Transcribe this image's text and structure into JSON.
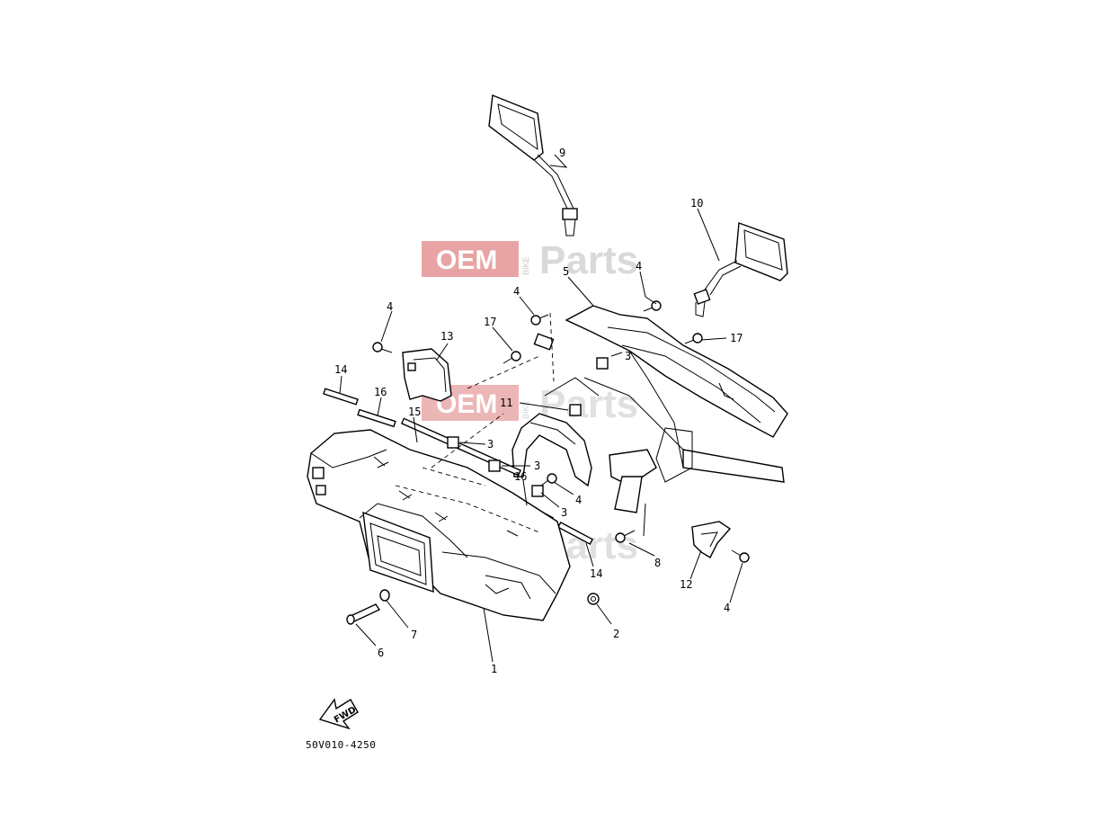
{
  "diagram": {
    "drawing_code": "50V010-4250",
    "fwd_label": "FWD",
    "watermark": {
      "oem": "OEM",
      "bike": "BIKE",
      "parts": "Parts"
    },
    "callouts": {
      "c1": "1",
      "c2": "2",
      "c3a": "3",
      "c3b": "3",
      "c3c": "3",
      "c3d": "3",
      "c4a": "4",
      "c4b": "4",
      "c4c": "4",
      "c4d": "4",
      "c4e": "4",
      "c5": "5",
      "c6": "6",
      "c7": "7",
      "c8": "8",
      "c9": "9",
      "c10": "10",
      "c11": "11",
      "c12": "12",
      "c13": "13",
      "c14a": "14",
      "c14b": "14",
      "c15": "15",
      "c16a": "16",
      "c16b": "16",
      "c17a": "17",
      "c17b": "17"
    }
  }
}
